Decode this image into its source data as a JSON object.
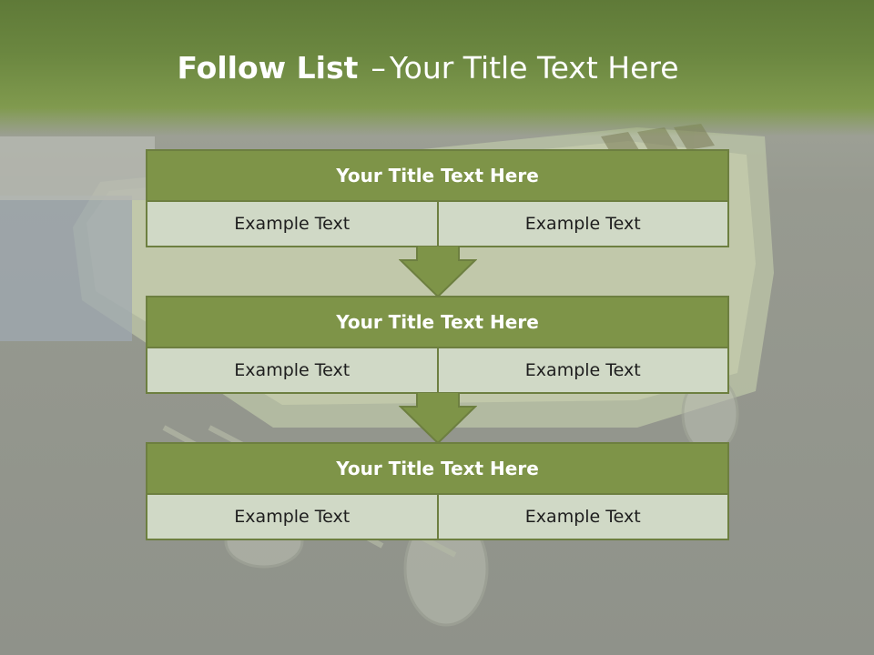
{
  "slide": {
    "title_bold": "Follow List",
    "title_dash": "–",
    "title_rest": "Your Title Text Here",
    "blocks": [
      {
        "title": "Your Title Text Here",
        "left": "Example Text",
        "right": "Example Text"
      },
      {
        "title": "Your Title Text Here",
        "left": "Example Text",
        "right": "Example Text"
      },
      {
        "title": "Your Title Text Here",
        "left": "Example Text",
        "right": "Example Text"
      }
    ]
  },
  "colors": {
    "header": "#6b8740",
    "block_title_bg": "#7e9448",
    "cell_bg": "#d0d9c6",
    "border": "#6d7f40",
    "arrow": "#7e9448"
  },
  "icons": {
    "arrow": "down-arrow-icon"
  }
}
